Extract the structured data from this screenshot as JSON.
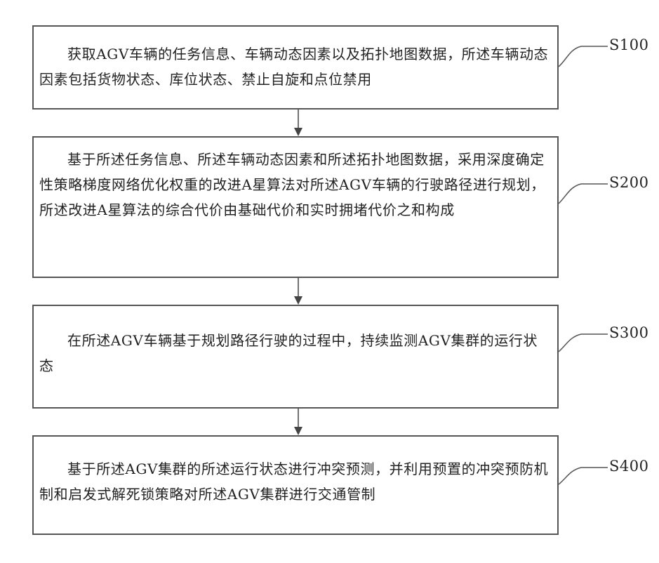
{
  "flowchart": {
    "steps": [
      {
        "label": "S100",
        "text": "获取AGV车辆的任务信息、车辆动态因素以及拓扑地图数据，所述车辆动态因素包括货物状态、库位状态、禁止自旋和点位禁用"
      },
      {
        "label": "S200",
        "text": "基于所述任务信息、所述车辆动态因素和所述拓扑地图数据，采用深度确定性策略梯度网络优化权重的改进A星算法对所述AGV车辆的行驶路径进行规划，所述改进A星算法的综合代价由基础代价和实时拥堵代价之和构成"
      },
      {
        "label": "S300",
        "text": "在所述AGV车辆基于规划路径行驶的过程中，持续监测AGV集群的运行状态"
      },
      {
        "label": "S400",
        "text": "基于所述AGV集群的所述运行状态进行冲突预测，并利用预置的冲突预防机制和启发式解死锁策略对所述AGV集群进行交通管制"
      }
    ]
  }
}
